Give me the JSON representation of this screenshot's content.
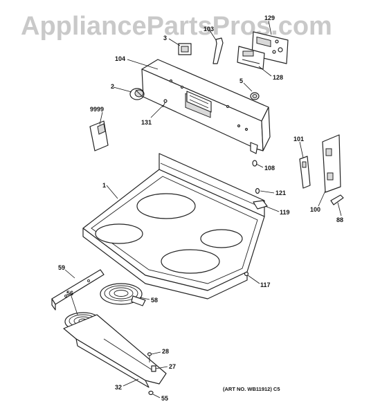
{
  "watermark": "AppliancePartsPros.com",
  "art_number": "(ART NO. WB11912) C5",
  "callouts": {
    "c1": "1",
    "c2": "2",
    "c3": "3",
    "c5": "5",
    "c27": "27",
    "c28": "28",
    "c32": "32",
    "c55": "55",
    "c56": "56",
    "c58": "58",
    "c59": "59",
    "c88": "88",
    "c100": "100",
    "c101": "101",
    "c103": "103",
    "c104": "104",
    "c108": "108",
    "c117": "117",
    "c119": "119",
    "c121": "121",
    "c128": "128",
    "c129": "129",
    "c131": "131",
    "c9999": "9999"
  }
}
